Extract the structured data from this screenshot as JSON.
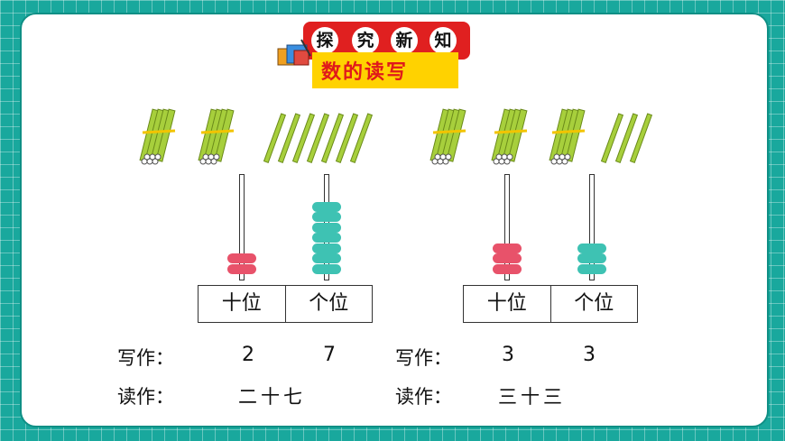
{
  "banner": {
    "chars": [
      "探",
      "究",
      "新",
      "知"
    ]
  },
  "subtitle": "数的读写",
  "abacus": [
    {
      "labels": {
        "tens": "十位",
        "ones": "个位"
      },
      "tens_beads": 2,
      "ones_beads": 7,
      "bundles": 2,
      "sticks": 7,
      "write_label": "写作：",
      "write_tens": "2",
      "write_ones": "7",
      "read_label": "读作：",
      "read_value": "二十七"
    },
    {
      "labels": {
        "tens": "十位",
        "ones": "个位"
      },
      "tens_beads": 3,
      "ones_beads": 3,
      "bundles": 3,
      "sticks": 3,
      "write_label": "写作：",
      "write_tens": "3",
      "write_ones": "3",
      "read_label": "读作：",
      "read_value": "三十三"
    }
  ],
  "colors": {
    "tens_bead": "#e8526a",
    "ones_bead": "#3ec2b3",
    "stick": "#a7cf3c"
  }
}
